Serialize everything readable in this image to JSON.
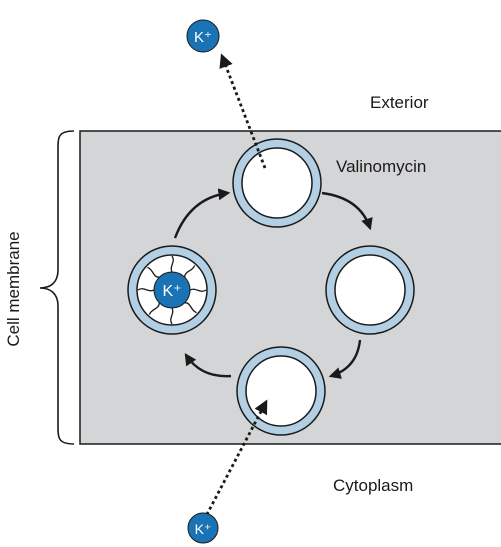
{
  "labels": {
    "exterior": "Exterior",
    "valinomycin": "Valinomycin",
    "cytoplasm": "Cytoplasm",
    "cell_membrane": "Cell membrane"
  },
  "ions": {
    "top": "K⁺",
    "complex": "K⁺",
    "bottom": "K⁺"
  },
  "colors": {
    "membrane": "#d4d5d7",
    "ring": "#b3cfe4",
    "ion": "#1a73b5",
    "outline": "#1a1a1a"
  }
}
